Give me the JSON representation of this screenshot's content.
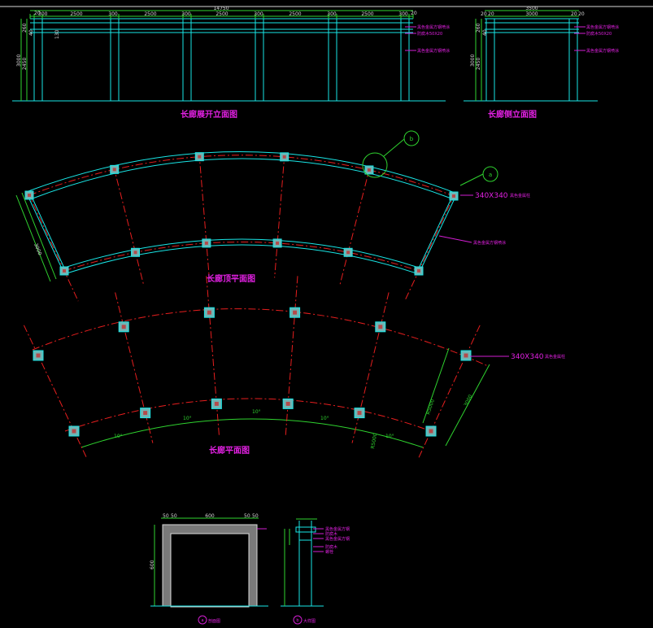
{
  "titles": {
    "front_elevation": "长廊展开立面图",
    "side_elevation": "长廊侧立面图",
    "top_plan": "长廊顶平面图",
    "floor_plan": "长廊平面图",
    "detail_a": "剖面图",
    "detail_b": "大样图"
  },
  "front_dims": {
    "overall": "14750",
    "bays": [
      "2500",
      "2500",
      "2500",
      "2500",
      "2500"
    ],
    "posts": [
      "300",
      "300",
      "300",
      "300",
      "300",
      "300"
    ],
    "ends": [
      "20",
      "20"
    ],
    "heights": [
      "3000",
      "2450",
      "260",
      "40",
      "130"
    ]
  },
  "side_dims": {
    "overall": "3500",
    "span": "3000",
    "ends": [
      "20",
      "20",
      "20",
      "20"
    ],
    "heights": [
      "3000",
      "2450",
      "260",
      "40"
    ]
  },
  "notes": {
    "steel_beam": "黑色金属方钢喷涂",
    "wood_strip": "防腐木50X20",
    "steel_post": "黑色金属方钢喷涂",
    "column_spec": "340X340",
    "column_note": "黑色金属柱",
    "column_spec2": "340X340",
    "column_note2": "黑色金属柱",
    "beam_note2": "黑色金属方钢喷涂"
  },
  "axis_labels": {
    "a": "a",
    "b": "b"
  },
  "plan_dims": {
    "inner_radius": "R5000",
    "depth": "3000",
    "radius_right": "R5000",
    "chord": "3000",
    "angles": [
      "10°",
      "10°",
      "10°",
      "10°",
      "10°"
    ]
  },
  "detail_a_dims": {
    "width": "600",
    "height": "600",
    "small": [
      "50",
      "50",
      "50",
      "50"
    ]
  },
  "detail_b_notes": [
    "黑色金属方钢",
    "防腐木",
    "黑色金属方钢",
    "防腐木",
    "螺栓"
  ]
}
